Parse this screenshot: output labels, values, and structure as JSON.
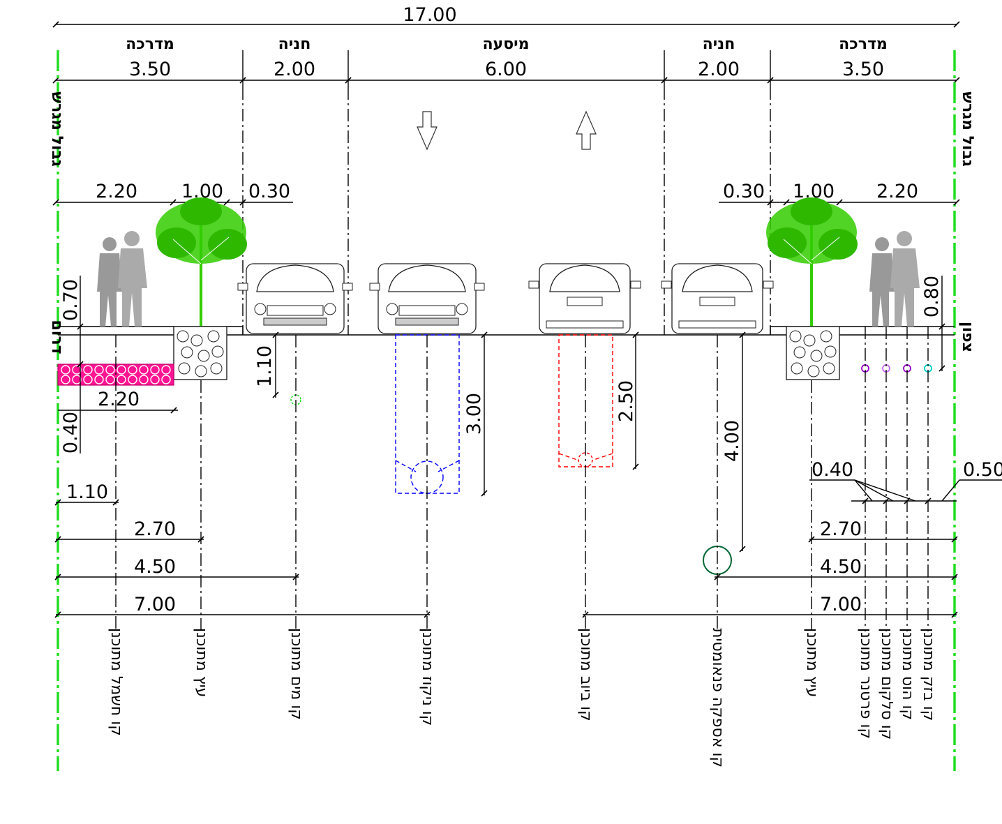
{
  "overall": {
    "width": "17.00"
  },
  "zones": [
    {
      "label": "מדרכה",
      "dim": "3.50"
    },
    {
      "label": "חניה",
      "dim": "2.00"
    },
    {
      "label": "מיסעה",
      "dim": "6.00"
    },
    {
      "label": "חניה",
      "dim": "2.00"
    },
    {
      "label": "מדרכה",
      "dim": "3.50"
    }
  ],
  "boundary": {
    "left": "גבול מגרש",
    "right": "גבול מגרש"
  },
  "sides": {
    "south": "דרום",
    "north": "צפון"
  },
  "upper_dims": {
    "left": [
      "2.20",
      "1.00",
      "0.30"
    ],
    "right": [
      "0.30",
      "1.00",
      "2.20"
    ]
  },
  "vertical_dims": {
    "left_0_70": "0.70",
    "left_1_10": "1.10",
    "left_0_40": "0.40",
    "left_2_20": "2.20",
    "clean_3_00": "3.00",
    "drain_2_50": "2.50",
    "water_4_00": "4.00",
    "right_0_80": "0.80",
    "right_0_40": "0.40",
    "right_0_50": "0.50"
  },
  "offsets_left": [
    "1.10",
    "2.70",
    "4.50",
    "7.00"
  ],
  "offsets_right": [
    "2.70",
    "4.50",
    "7.00"
  ],
  "utility_labels": {
    "electric": "קו חשמל מתוכנן",
    "tree_left": "עיץ מתוכנן",
    "water": "קו מים מתוכנן",
    "sewer": "קו ניקוז מתוכנן",
    "drain": "קו ביוב מתוכנן",
    "main": "קו אספקה פנאומטית",
    "tree_right": "עיץ מתוכנן",
    "comm1": "קו פרטנר מתוכנן",
    "comm2": "קו סלקום מתוכנן",
    "comm3": "קו הוט מתוכנן",
    "comm4": "קו בזק מתוכנן"
  },
  "colors": {
    "boundary": "#22dd22",
    "electric": "#ff1493",
    "sewer": "#0000ff",
    "drain": "#ff0000",
    "main": "#006633",
    "water": "#22dd22",
    "tree": "#33cc00",
    "person": "#999999"
  }
}
